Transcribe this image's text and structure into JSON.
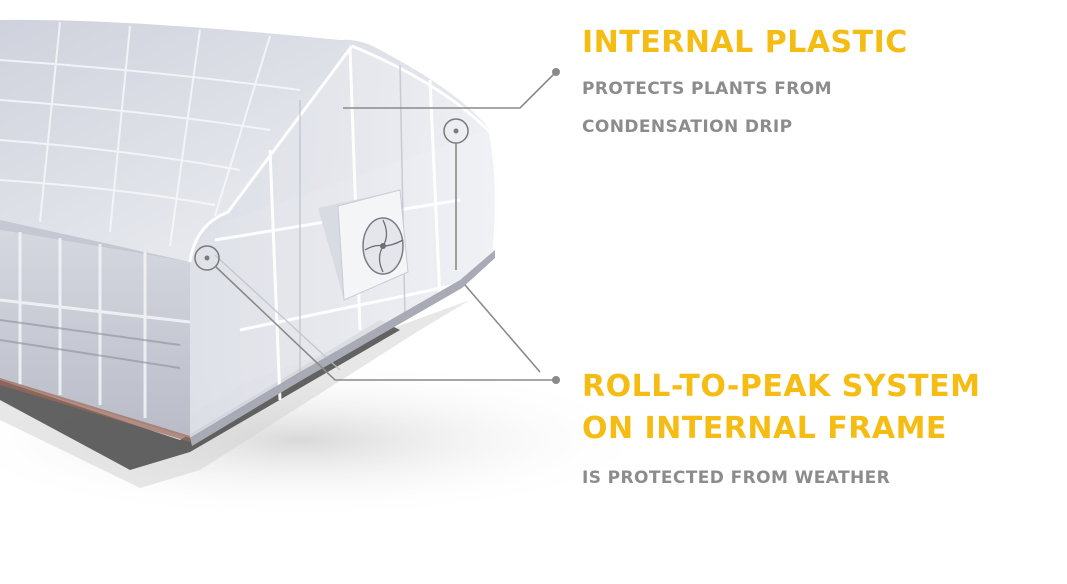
{
  "colors": {
    "accent": "#F5BC14",
    "body_text": "#8C8C8C",
    "leader_line": "#8A8A8A"
  },
  "callouts": [
    {
      "headline": [
        "INTERNAL PLASTIC"
      ],
      "subtext": [
        "PROTECTS PLANTS FROM",
        "CONDENSATION DRIP"
      ]
    },
    {
      "headline": [
        "ROLL-TO-PEAK SYSTEM",
        "ON INTERNAL FRAME"
      ],
      "subtext": [
        "IS PROTECTED FROM WEATHER"
      ]
    }
  ],
  "illustration": {
    "subject": "greenhouse-with-exhaust-fan"
  }
}
